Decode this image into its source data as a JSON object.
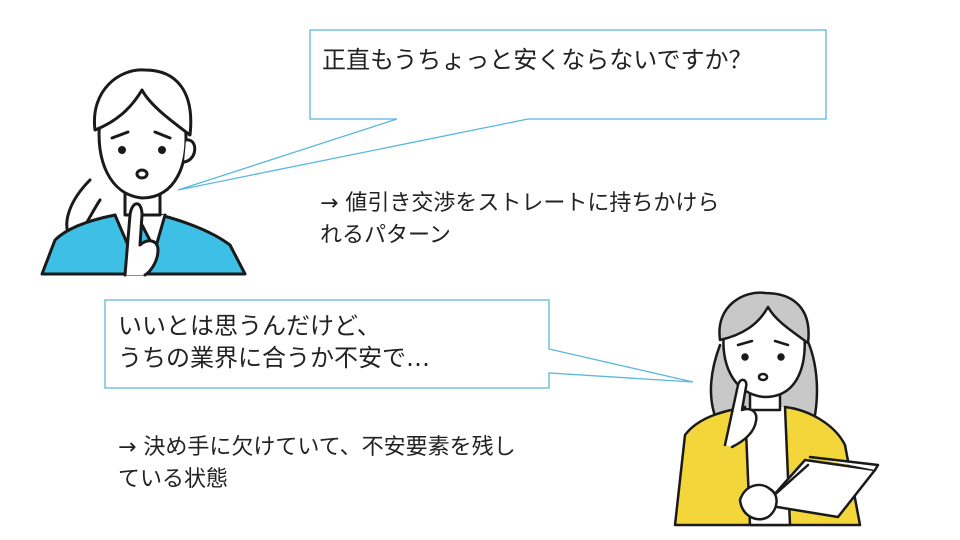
{
  "scene1": {
    "speech": "正直もうちょっと安くならないですか？",
    "caption_line1": "→ 値引き交渉をストレートに持ちかけら",
    "caption_line2": "れるパターン",
    "jacket_color": "#3ec0e6"
  },
  "scene2": {
    "speech_line1": "いいとは思うんだけど、",
    "speech_line2": "うちの業界に合うか不安で…",
    "caption_line1": "→ 決め手に欠けていて、不安要素を残し",
    "caption_line2": "ている状態",
    "jacket_color": "#f3d63a"
  },
  "colors": {
    "bubble_border": "#5bb8dc",
    "line": "#1a1a1a"
  }
}
